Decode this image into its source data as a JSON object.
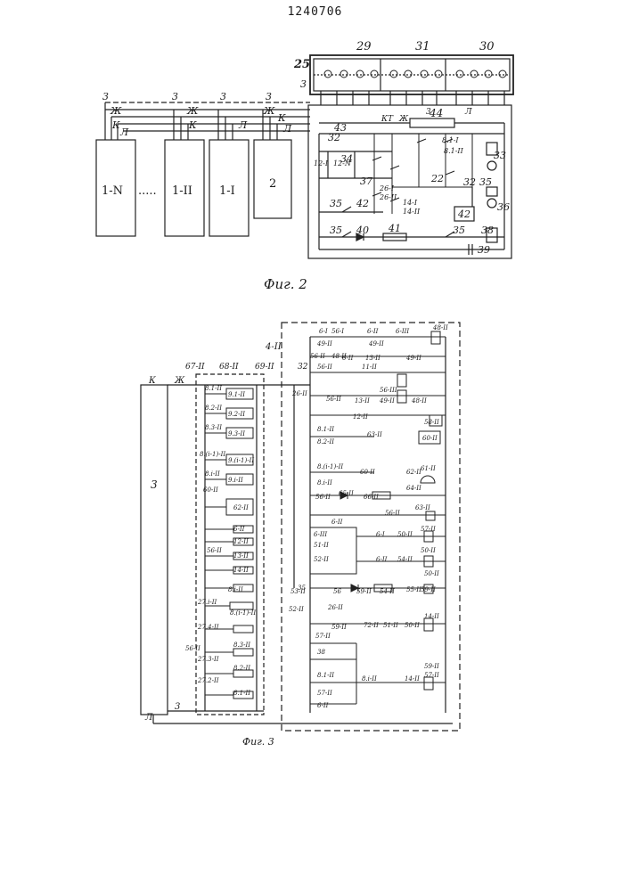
{
  "header": {
    "patent_number": "1240706"
  },
  "fig2": {
    "caption": "Фиг. 2",
    "block_labels": [
      "1-N",
      "1-II",
      "1-I",
      "2"
    ],
    "dots": ".....",
    "bus_labels": [
      "3",
      "3",
      "3",
      "3",
      "3"
    ],
    "wire_letters": [
      "Ж",
      "К",
      "Л",
      "Ж",
      "К",
      "Л",
      "Ж",
      "К",
      "Л"
    ],
    "panel_labels": [
      "25",
      "29",
      "31",
      "30"
    ],
    "component_labels": [
      "44",
      "43",
      "32",
      "34",
      "37",
      "22",
      "35",
      "42",
      "42",
      "35",
      "40",
      "41",
      "35",
      "38",
      "39",
      "36",
      "35",
      "32",
      "33",
      "14-I",
      "14-II",
      "26-I",
      "26-II",
      "12-I",
      "12-N",
      "8.1-I",
      "8.1-II",
      "КТ",
      "Ж",
      "Л",
      "3"
    ]
  },
  "fig3": {
    "caption": "Фиг. 3",
    "block3_label": "3",
    "terminals": [
      "К",
      "Ж",
      "Л",
      "3"
    ],
    "section_label": "4-II",
    "top_labels": [
      "67-II",
      "68-II",
      "69-II",
      "32"
    ],
    "left_column": [
      "8.1-II",
      "9.1-II",
      "8.2-II",
      "9.2-II",
      "8.3-II",
      "9.3-II",
      "8.(i-1)-II",
      "9.(i-1)-II",
      "8.i-II",
      "9.i-II",
      "60-II",
      "62-II",
      "6-II",
      "12-II",
      "56-II",
      "13-II",
      "14-II",
      "8.i-II",
      "27.i-II",
      "8.(i-1)-II",
      "27.4-II",
      "56-II",
      "8.3-II",
      "27.3-II",
      "8.2-II",
      "27.2-II",
      "8.1-II"
    ],
    "right_column": [
      "6-I",
      "56-I",
      "6-II",
      "6-III",
      "48-II",
      "49-II",
      "49-II",
      "56-II",
      "48-II",
      "56-II",
      "6-II",
      "13-II",
      "49-II",
      "11-II",
      "56-III",
      "26-II",
      "56-II",
      "13-II",
      "49-II",
      "48-II",
      "12-II",
      "58-II",
      "8.1-II",
      "63-II",
      "8.2-II",
      "60-II",
      "8.(i-1)-II",
      "60-II",
      "62-II",
      "61-II",
      "8.i-II",
      "56-II",
      "65-II",
      "66-II",
      "64-II",
      "56-II",
      "63-II",
      "6-II",
      "6-III",
      "6-I",
      "50-II",
      "57-II",
      "51-II",
      "52-II",
      "6-II",
      "54-II",
      "50-II",
      "50-II",
      "53-II",
      "35",
      "56",
      "59-II",
      "54-II",
      "55-II",
      "59-II",
      "52-II",
      "26-II",
      "14-II",
      "59-II",
      "72-II",
      "51-II",
      "50-II",
      "57-II",
      "38",
      "8.1-II",
      "8.i-II",
      "14-II",
      "59-II",
      "57-II",
      "6-II",
      "57-II"
    ]
  }
}
